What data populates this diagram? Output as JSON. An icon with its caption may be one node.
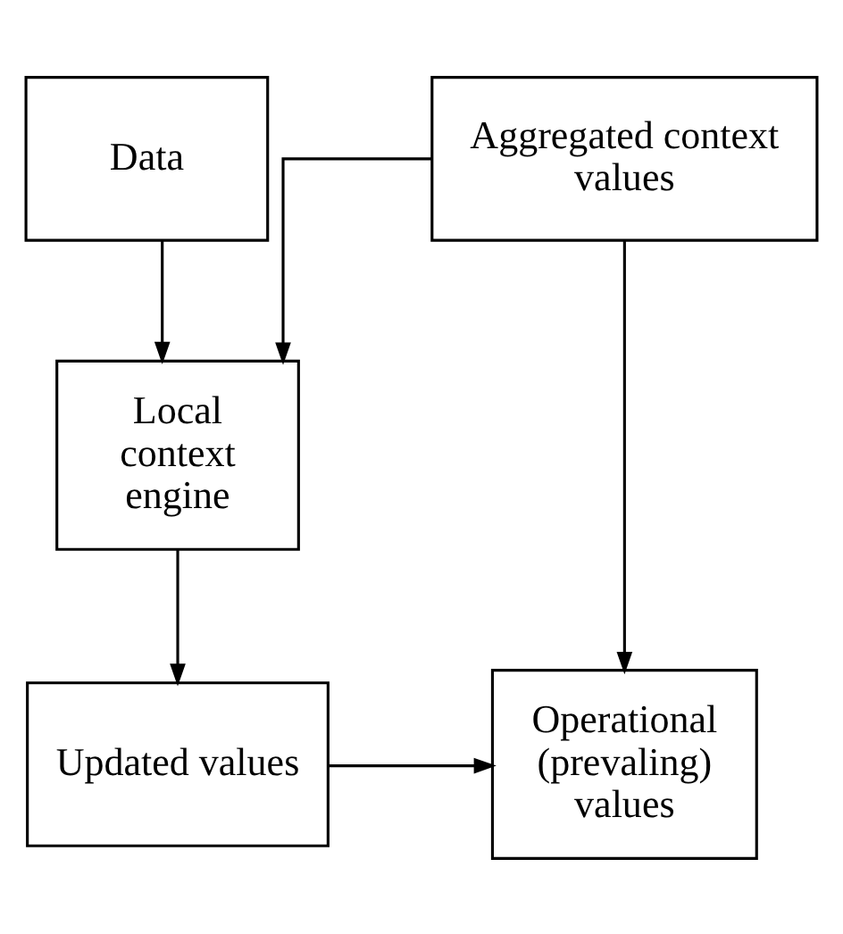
{
  "diagram": {
    "nodes": [
      {
        "text": [
          "Aggregated context values"
        ]
      },
      {
        "text": [
          "Data"
        ]
      },
      {
        "text": [
          "Local context engine"
        ]
      },
      {
        "text": [
          "Updated values"
        ]
      },
      {
        "text": [
          "Operational (prevaling) values"
        ]
      }
    ],
    "edges": [
      {
        "from": 0,
        "to": 2,
        "arrow": "to"
      },
      {
        "from": 1,
        "to": 2,
        "arrow": "to"
      },
      {
        "from": 2,
        "to": 3,
        "arrow": "to"
      },
      {
        "from": 3,
        "to": 4,
        "arrow": "to"
      },
      {
        "from": 0,
        "to": 4,
        "arrow": "to"
      }
    ]
  }
}
